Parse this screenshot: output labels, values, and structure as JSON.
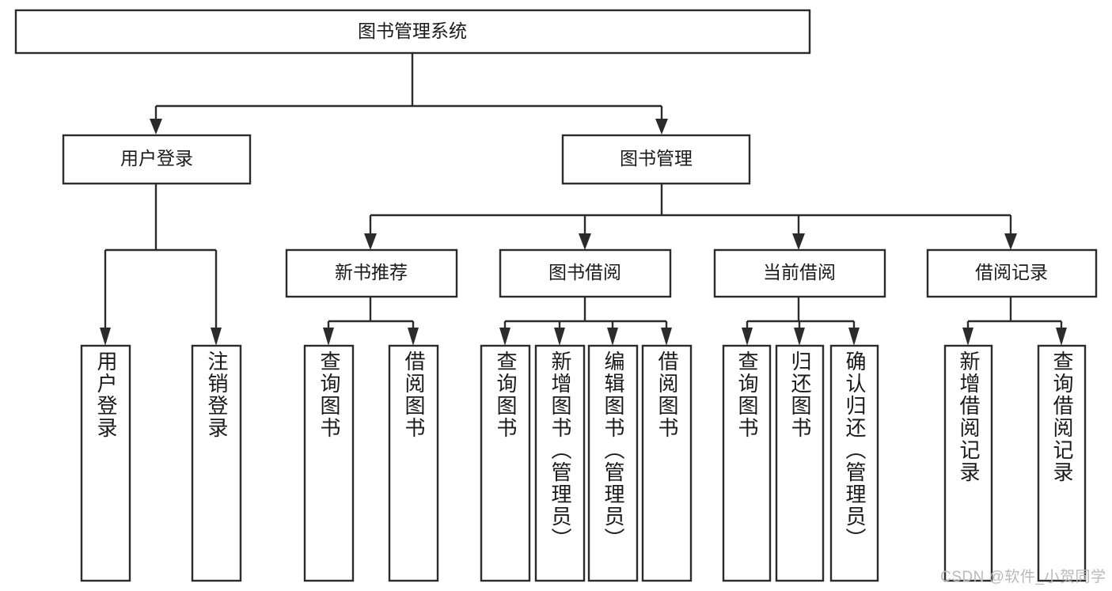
{
  "diagram": {
    "type": "tree-hierarchy",
    "title": "图书管理系统",
    "root": {
      "id": "root",
      "label": "图书管理系统",
      "orientation": "horizontal"
    },
    "level1": [
      {
        "id": "user-login",
        "label": "用户登录",
        "orientation": "horizontal"
      },
      {
        "id": "book-management",
        "label": "图书管理",
        "orientation": "horizontal"
      }
    ],
    "level2": [
      {
        "id": "new-book-recommend",
        "label": "新书推荐",
        "orientation": "horizontal",
        "parent": "book-management"
      },
      {
        "id": "book-borrow",
        "label": "图书借阅",
        "orientation": "horizontal",
        "parent": "book-management"
      },
      {
        "id": "current-borrow",
        "label": "当前借阅",
        "orientation": "horizontal",
        "parent": "book-management"
      },
      {
        "id": "borrow-record",
        "label": "借阅记录",
        "orientation": "horizontal",
        "parent": "book-management"
      }
    ],
    "leaves": [
      {
        "id": "leaf-user-login",
        "label": "用户登录",
        "orientation": "vertical",
        "parent": "user-login"
      },
      {
        "id": "leaf-logout-login",
        "label": "注销登录",
        "orientation": "vertical",
        "parent": "user-login"
      },
      {
        "id": "leaf-query-book-1",
        "label": "查询图书",
        "orientation": "vertical",
        "parent": "new-book-recommend"
      },
      {
        "id": "leaf-borrow-book-1",
        "label": "借阅图书",
        "orientation": "vertical",
        "parent": "new-book-recommend"
      },
      {
        "id": "leaf-query-book-2",
        "label": "查询图书",
        "orientation": "vertical",
        "parent": "book-borrow"
      },
      {
        "id": "leaf-add-book-admin",
        "label": "新增图书（管理员）",
        "orientation": "vertical",
        "parent": "book-borrow"
      },
      {
        "id": "leaf-edit-book-admin",
        "label": "编辑图书（管理员）",
        "orientation": "vertical",
        "parent": "book-borrow"
      },
      {
        "id": "leaf-borrow-book-2",
        "label": "借阅图书",
        "orientation": "vertical",
        "parent": "book-borrow"
      },
      {
        "id": "leaf-query-book-3",
        "label": "查询图书",
        "orientation": "vertical",
        "parent": "current-borrow"
      },
      {
        "id": "leaf-return-book",
        "label": "归还图书",
        "orientation": "vertical",
        "parent": "current-borrow"
      },
      {
        "id": "leaf-confirm-return-admin",
        "label": "确认归还（管理员）",
        "orientation": "vertical",
        "parent": "current-borrow"
      },
      {
        "id": "leaf-add-borrow-record",
        "label": "新增借阅记录",
        "orientation": "vertical",
        "parent": "borrow-record"
      },
      {
        "id": "leaf-query-borrow-record",
        "label": "查询借阅记录",
        "orientation": "vertical",
        "parent": "borrow-record"
      }
    ],
    "colors": {
      "stroke": "#2b2b2b",
      "fill": "#ffffff",
      "text": "#1a1a1a",
      "watermark": "#b9b9b9",
      "background": "#ffffff"
    }
  },
  "watermark": {
    "text": "CSDN @软件_小贺同学"
  }
}
